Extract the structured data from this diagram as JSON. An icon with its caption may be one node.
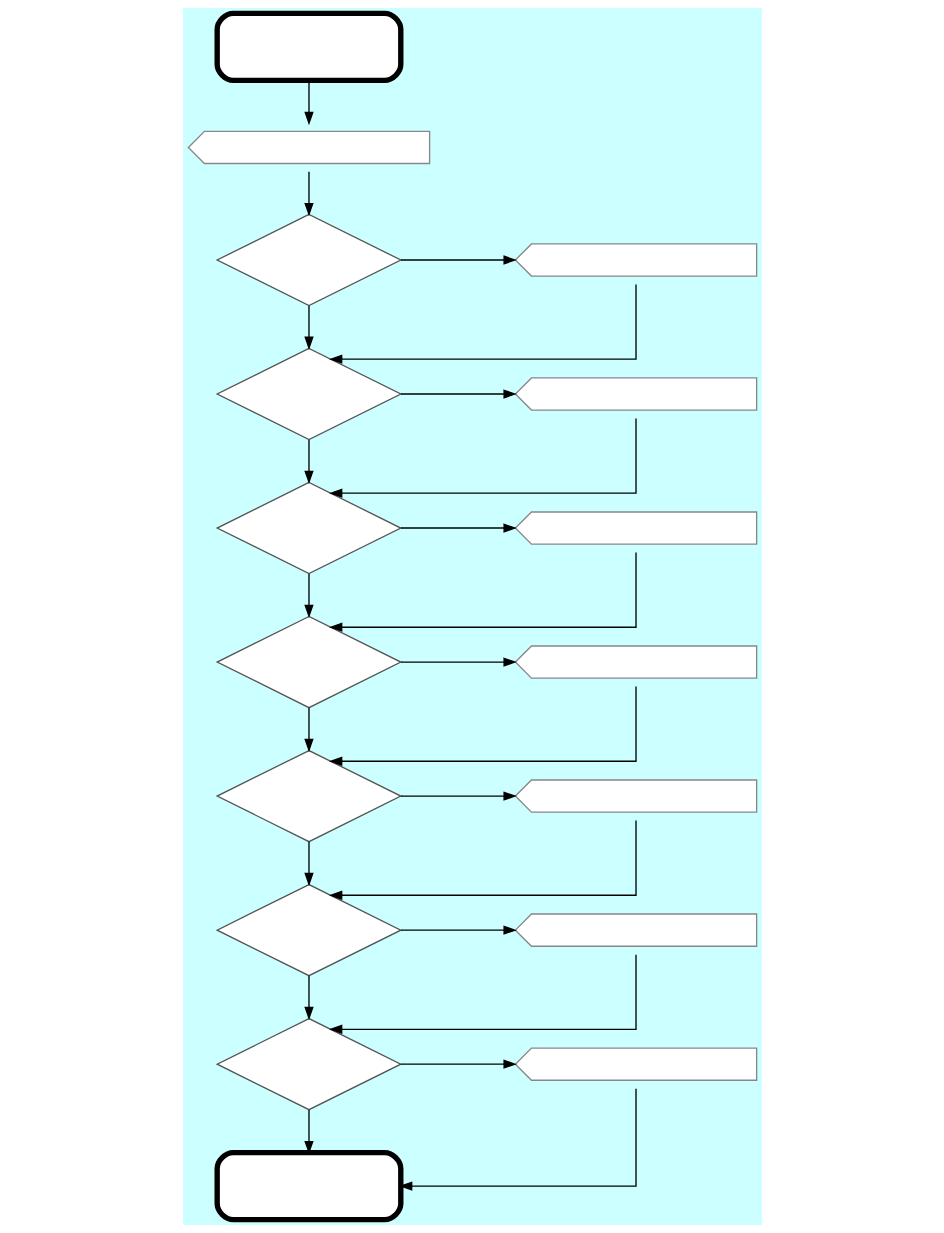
{
  "diagram": {
    "nodes": [
      {
        "text": [],
        "shape": "box"
      },
      {
        "text": [],
        "shape": "pentagon"
      },
      {
        "text": [],
        "shape": "diamond"
      },
      {
        "text": [],
        "shape": "pentagon"
      },
      {
        "text": [],
        "shape": "diamond"
      },
      {
        "text": [],
        "shape": "pentagon"
      },
      {
        "text": [],
        "shape": "diamond"
      },
      {
        "text": [],
        "shape": "pentagon"
      },
      {
        "text": [],
        "shape": "diamond"
      },
      {
        "text": [],
        "shape": "pentagon"
      },
      {
        "text": [],
        "shape": "diamond"
      },
      {
        "text": [],
        "shape": "pentagon"
      },
      {
        "text": [],
        "shape": "diamond"
      },
      {
        "text": [],
        "shape": "pentagon"
      },
      {
        "text": [],
        "shape": "diamond"
      },
      {
        "text": [],
        "shape": "pentagon"
      },
      {
        "text": [],
        "shape": "box"
      }
    ],
    "edges": [
      {
        "from": 0,
        "to": 1,
        "arrow": "to"
      },
      {
        "from": 1,
        "to": 2,
        "arrow": "to"
      },
      {
        "from": 2,
        "to": 3,
        "arrow": "to"
      },
      {
        "from": 2,
        "to": 4,
        "arrow": "to"
      },
      {
        "from": 3,
        "to": 4,
        "arrow": "to"
      },
      {
        "from": 4,
        "to": 5,
        "arrow": "to"
      },
      {
        "from": 4,
        "to": 6,
        "arrow": "to"
      },
      {
        "from": 5,
        "to": 6,
        "arrow": "to"
      },
      {
        "from": 6,
        "to": 7,
        "arrow": "to"
      },
      {
        "from": 6,
        "to": 8,
        "arrow": "to"
      },
      {
        "from": 7,
        "to": 8,
        "arrow": "to"
      },
      {
        "from": 8,
        "to": 9,
        "arrow": "to"
      },
      {
        "from": 8,
        "to": 10,
        "arrow": "to"
      },
      {
        "from": 9,
        "to": 10,
        "arrow": "to"
      },
      {
        "from": 10,
        "to": 11,
        "arrow": "to"
      },
      {
        "from": 10,
        "to": 12,
        "arrow": "to"
      },
      {
        "from": 11,
        "to": 12,
        "arrow": "to"
      },
      {
        "from": 12,
        "to": 13,
        "arrow": "to"
      },
      {
        "from": 12,
        "to": 14,
        "arrow": "to"
      },
      {
        "from": 13,
        "to": 14,
        "arrow": "to"
      },
      {
        "from": 14,
        "to": 15,
        "arrow": "to"
      },
      {
        "from": 14,
        "to": 16,
        "arrow": "to"
      },
      {
        "from": 15,
        "to": 16,
        "arrow": "to"
      }
    ]
  }
}
